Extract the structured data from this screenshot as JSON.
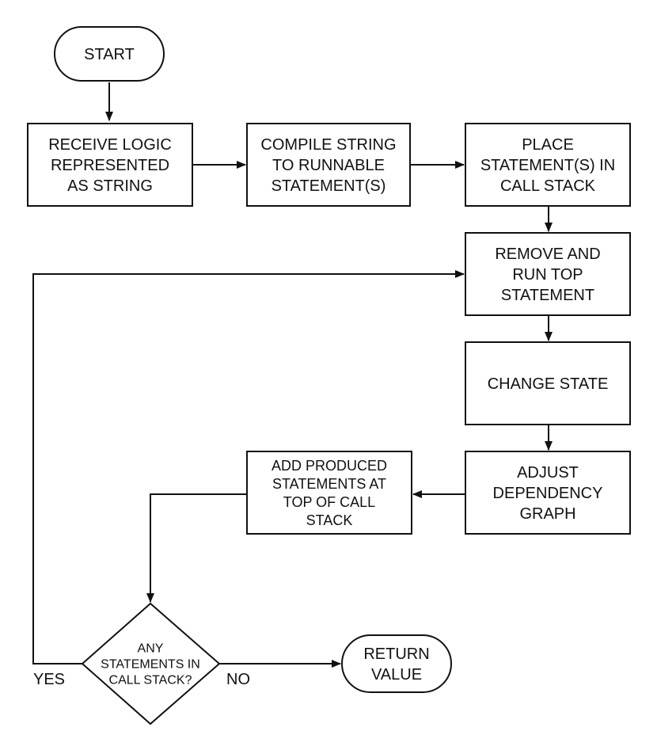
{
  "nodes": {
    "start": {
      "lines": [
        "START"
      ]
    },
    "receive": {
      "lines": [
        "RECEIVE LOGIC",
        "REPRESENTED",
        "AS STRING"
      ]
    },
    "compile": {
      "lines": [
        "COMPILE STRING",
        "TO RUNNABLE",
        "STATEMENT(S)"
      ]
    },
    "place": {
      "lines": [
        "PLACE",
        "STATEMENT(S) IN",
        "CALL STACK"
      ]
    },
    "remove": {
      "lines": [
        "REMOVE AND",
        "RUN TOP",
        "STATEMENT"
      ]
    },
    "change": {
      "lines": [
        "CHANGE STATE"
      ]
    },
    "adjust": {
      "lines": [
        "ADJUST",
        "DEPENDENCY",
        "GRAPH"
      ]
    },
    "add": {
      "lines": [
        "ADD PRODUCED",
        "STATEMENTS AT",
        "TOP OF CALL",
        "STACK"
      ]
    },
    "decision": {
      "lines": [
        "ANY",
        "STATEMENTS IN",
        "CALL STACK?"
      ]
    },
    "return": {
      "lines": [
        "RETURN",
        "VALUE"
      ]
    }
  },
  "edge_labels": {
    "yes": "YES",
    "no": "NO"
  }
}
